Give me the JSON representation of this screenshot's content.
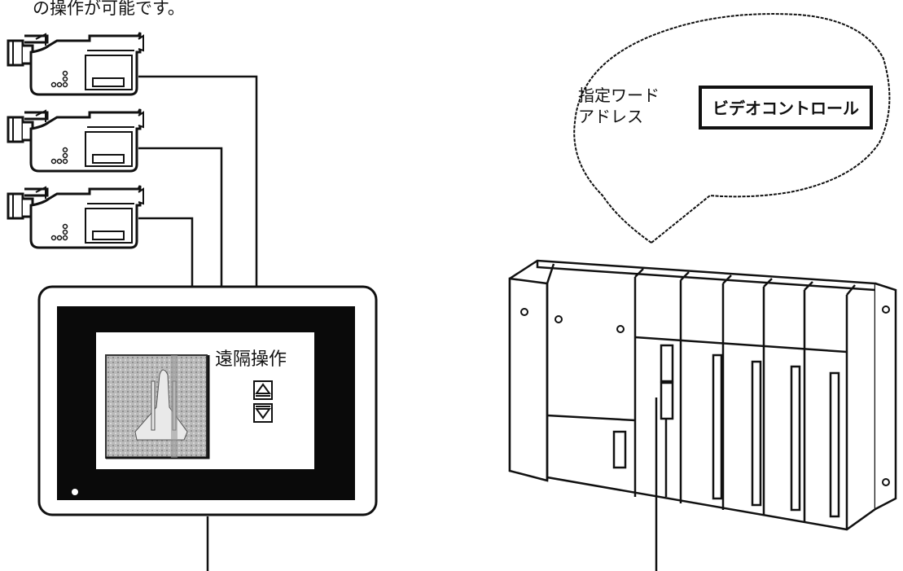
{
  "caption": "の操作が可能です。",
  "panel": {
    "screen_title": "遠隔操作",
    "up_button_icon": "triangle-up-icon",
    "down_button_icon": "triangle-down-icon"
  },
  "callout": {
    "address_label_line1": "指定ワード",
    "address_label_line2": "アドレス",
    "video_control_box": "ビデオコントロール"
  },
  "devices": {
    "cameras": [
      "video-camera",
      "video-camera",
      "video-camera"
    ],
    "display": "touch-panel",
    "controller": "plc-rack"
  }
}
